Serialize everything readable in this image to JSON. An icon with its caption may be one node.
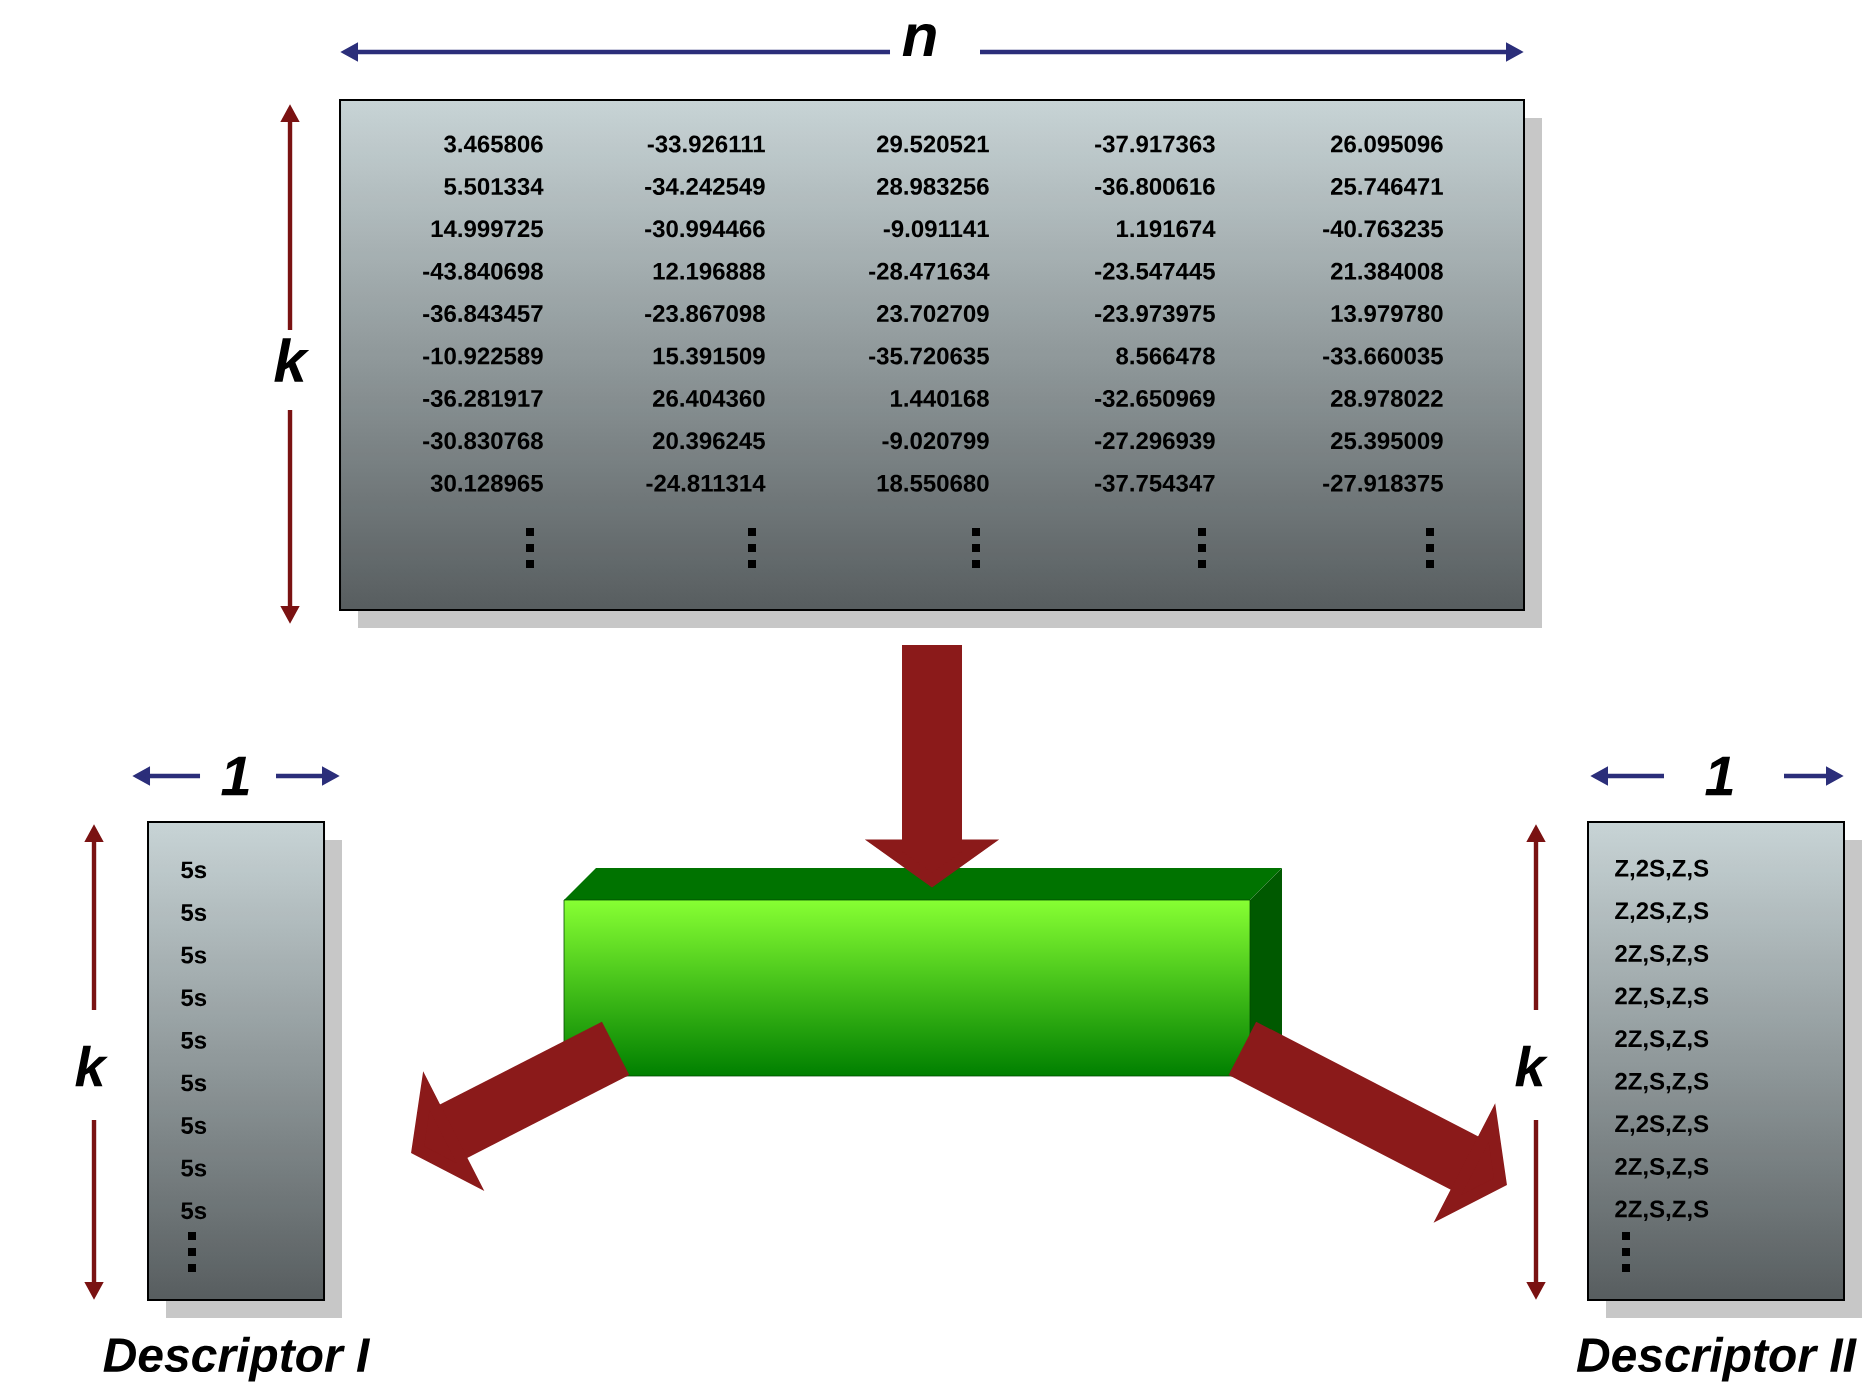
{
  "diagram": {
    "nodes": [
      {
        "text": [
          "3.465806",
          "-33.926111",
          "29.520521",
          "-37.917363",
          "26.095096",
          "5.501334",
          "-34.242549",
          "28.983256",
          "-36.800616",
          "25.746471",
          "14.999725",
          "-30.994466",
          "-9.091141",
          "1.191674",
          "-40.763235",
          "-43.840698",
          "12.196888",
          "-28.471634",
          "-23.547445",
          "21.384008",
          "-36.843457",
          "-23.867098",
          "23.702709",
          "-23.973975",
          "13.979780",
          "-10.922589",
          "15.391509",
          "-35.720635",
          "8.566478",
          "-33.660035",
          "-36.281917",
          "26.404360",
          "1.440168",
          "-32.650969",
          "28.978022",
          "-30.830768",
          "20.396245",
          "-9.020799",
          "-27.296939",
          "25.395009",
          "30.128965",
          "-24.811314",
          "18.550680",
          "-37.754347",
          "-27.918375"
        ]
      },
      {
        "text": [],
        "shape": "box"
      },
      {
        "text": [
          "5s",
          "5s",
          "5s",
          "5s",
          "5s",
          "5s",
          "5s",
          "5s",
          "5s"
        ],
        "beside": [
          "Descriptor I"
        ]
      },
      {
        "text": [
          "Z,2S,Z,S",
          "Z,2S,Z,S",
          "2Z,S,Z,S",
          "2Z,S,Z,S",
          "2Z,S,Z,S",
          "2Z,S,Z,S",
          "Z,2S,Z,S",
          "2Z,S,Z,S",
          "2Z,S,Z,S"
        ],
        "beside": [
          "Descriptor II"
        ]
      }
    ],
    "edges": [
      {
        "from": 0,
        "to": 1,
        "arrow": "to"
      },
      {
        "from": 1,
        "to": 2,
        "arrow": "to"
      },
      {
        "from": 1,
        "to": 3,
        "arrow": "to"
      }
    ],
    "labels": [
      "n",
      "k",
      "1",
      "1",
      "k",
      "k"
    ]
  }
}
